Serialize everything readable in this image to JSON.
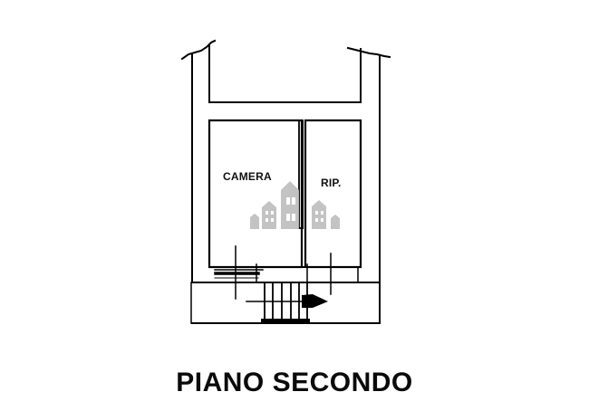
{
  "floor_plan": {
    "title": "PIANO SECONDO",
    "rooms": [
      {
        "label": "CAMERA"
      },
      {
        "label": "RIP."
      }
    ],
    "watermark": "houses-logo-icon",
    "colors": {
      "wall": "#000000",
      "background": "#ffffff",
      "watermark": "#bdbdbd"
    }
  }
}
